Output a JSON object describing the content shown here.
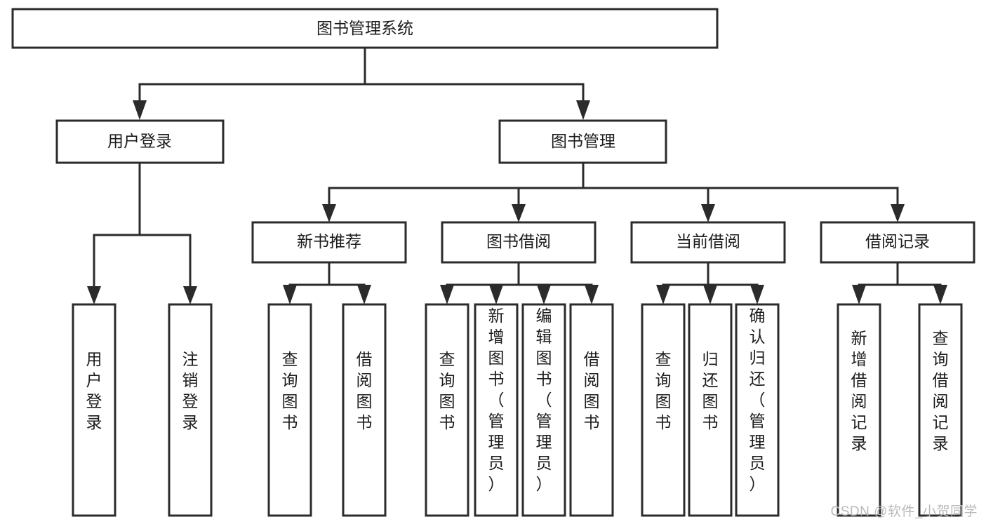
{
  "diagram": {
    "type": "tree-hierarchy",
    "title": "图书管理系统",
    "watermark": "CSDN @软件_小贺同学",
    "colors": {
      "stroke": "#2b2b2b",
      "fill": "#ffffff",
      "text": "#1c1c1c",
      "watermark": "#b9b9b9"
    },
    "levels": {
      "root": {
        "label": "图书管理系统"
      },
      "level2": [
        {
          "label": "用户登录"
        },
        {
          "label": "图书管理"
        }
      ],
      "level3": [
        {
          "label": "新书推荐",
          "parent": "图书管理"
        },
        {
          "label": "图书借阅",
          "parent": "图书管理"
        },
        {
          "label": "当前借阅",
          "parent": "图书管理"
        },
        {
          "label": "借阅记录",
          "parent": "图书管理"
        }
      ],
      "leaves": [
        {
          "label": "用户登录",
          "parent": "用户登录"
        },
        {
          "label": "注销登录",
          "parent": "用户登录"
        },
        {
          "label": "查询图书",
          "parent": "新书推荐"
        },
        {
          "label": "借阅图书",
          "parent": "新书推荐"
        },
        {
          "label": "查询图书",
          "parent": "图书借阅"
        },
        {
          "label": "新增图书（管理员）",
          "parent": "图书借阅"
        },
        {
          "label": "编辑图书（管理员）",
          "parent": "图书借阅"
        },
        {
          "label": "借阅图书",
          "parent": "图书借阅"
        },
        {
          "label": "查询图书",
          "parent": "当前借阅"
        },
        {
          "label": "归还图书",
          "parent": "当前借阅"
        },
        {
          "label": "确认归还（管理员）",
          "parent": "当前借阅"
        },
        {
          "label": "新增借阅记录",
          "parent": "借阅记录"
        },
        {
          "label": "查询借阅记录",
          "parent": "借阅记录"
        }
      ]
    }
  }
}
